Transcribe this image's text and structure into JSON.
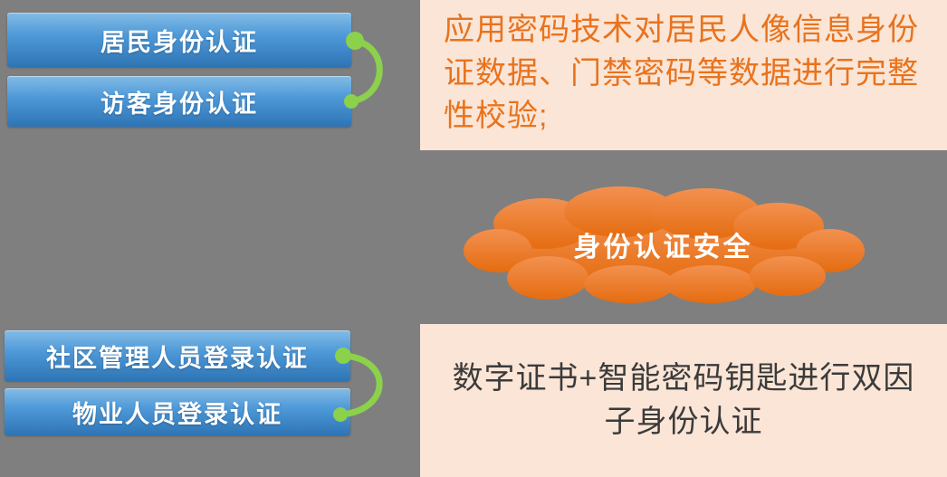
{
  "canvas": {
    "background": "#7F7F7F"
  },
  "top_group": {
    "buttons": [
      {
        "label": "居民身份认证"
      },
      {
        "label": "访客身份认证"
      }
    ],
    "note": "应用密码技术对居民人像信息身份证数据、门禁密码等数据进行完整性校验;"
  },
  "center": {
    "cloud_label": "身份认证安全"
  },
  "bottom_group": {
    "buttons": [
      {
        "label": "社区管理人员登录认证"
      },
      {
        "label": "物业人员登录认证"
      }
    ],
    "note": "数字证书+智能密码钥匙进行双因子身份认证"
  },
  "colors": {
    "background": "#7F7F7F",
    "button_blue_light": "#83BCE6",
    "button_blue_dark": "#2E74B5",
    "connector_green": "#8BD14B",
    "note_background": "#FBE5D6",
    "note_text_orange": "#E8731E",
    "note_text_dark": "#3B3B3B",
    "cloud_orange": "#ED7D31",
    "cloud_text": "#FFFFFF",
    "button_text": "#FFFFFF"
  }
}
